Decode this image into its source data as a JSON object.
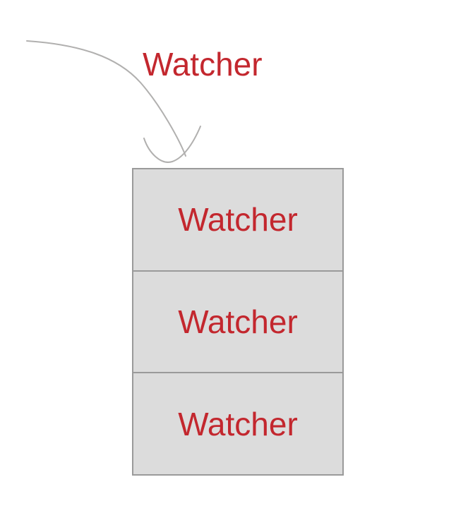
{
  "diagram": {
    "theme": {
      "background": "#ffffff",
      "label_red": "#c3272e",
      "box_fill": "#dcdcdc",
      "box_border": "#9a9a9a",
      "arrow_gray": "#b1b0af"
    },
    "pointer": {
      "label": "Watcher"
    },
    "stack": {
      "cells": [
        {
          "label": "Watcher"
        },
        {
          "label": "Watcher"
        },
        {
          "label": "Watcher"
        }
      ]
    }
  }
}
